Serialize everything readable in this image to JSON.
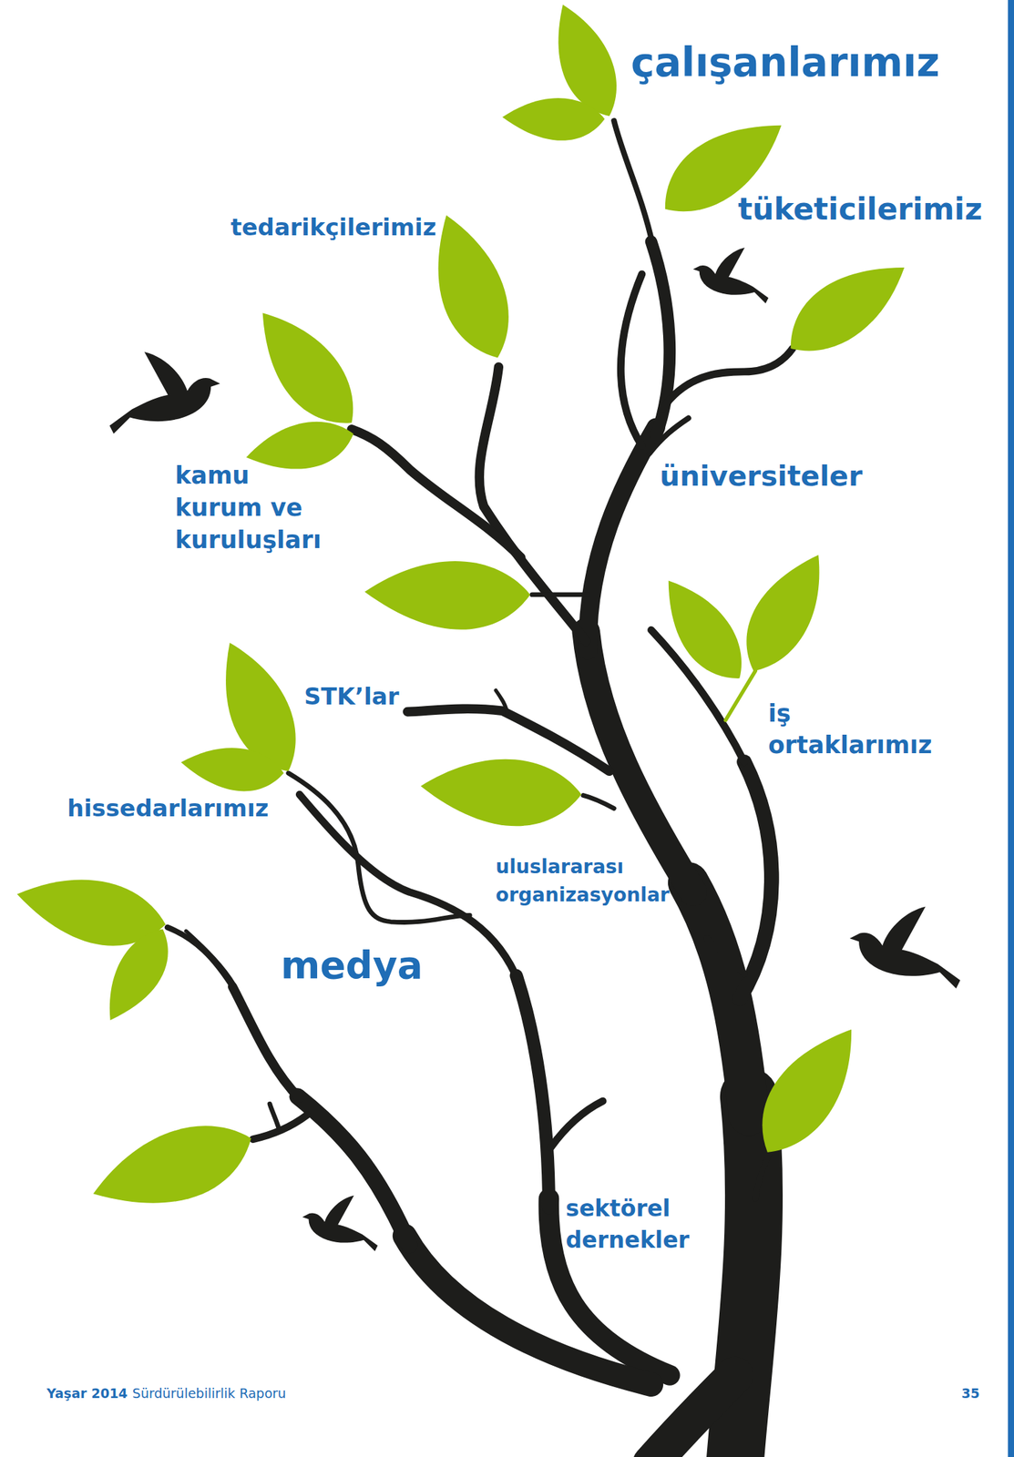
{
  "diagram": {
    "labels": [
      "çalışanlarımız",
      "tüketicilerimiz",
      "tedarikçilerimiz",
      "kamu kurum ve kuruluşları",
      "üniversiteler",
      "STK’lar",
      "iş ortaklarımız",
      "hissedarlarımız",
      "uluslararası organizasyonlar",
      "medya",
      "sektörel dernekler",
      "Yaşar 2014",
      "Sürdürülebilirlik Raporu",
      "35"
    ]
  }
}
